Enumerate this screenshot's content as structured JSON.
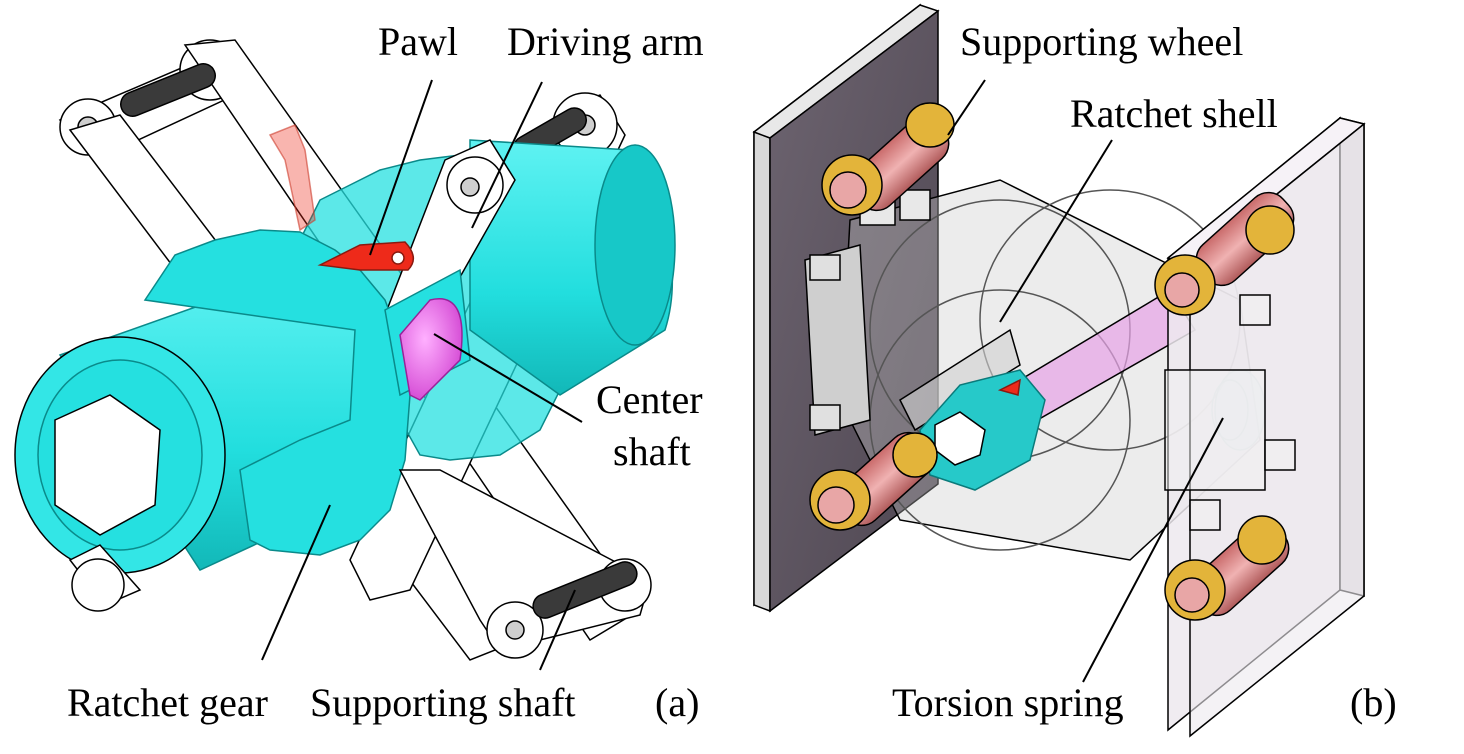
{
  "panel_a": {
    "caption": "(a)",
    "labels": {
      "pawl": "Pawl",
      "driving_arm": "Driving arm",
      "center_shaft_line1": "Center",
      "center_shaft_line2": "shaft",
      "ratchet_gear": "Ratchet gear",
      "supporting_shaft": "Supporting shaft"
    }
  },
  "panel_b": {
    "caption": "(b)",
    "labels": {
      "supporting_wheel": "Supporting wheel",
      "ratchet_shell": "Ratchet shell",
      "torsion_spring": "Torsion spring"
    }
  },
  "colors": {
    "cyan": "#25e0e0",
    "cyan_dark": "#0fb5b5",
    "magenta": "#ee66ee",
    "red": "#ee2a1a",
    "plate_dark": "#5e5560",
    "plate_light": "#ece8ec",
    "wheel_gold": "#e3b43a",
    "wheel_pink": "#e8a6a6",
    "gray": "#cfcfcf"
  }
}
